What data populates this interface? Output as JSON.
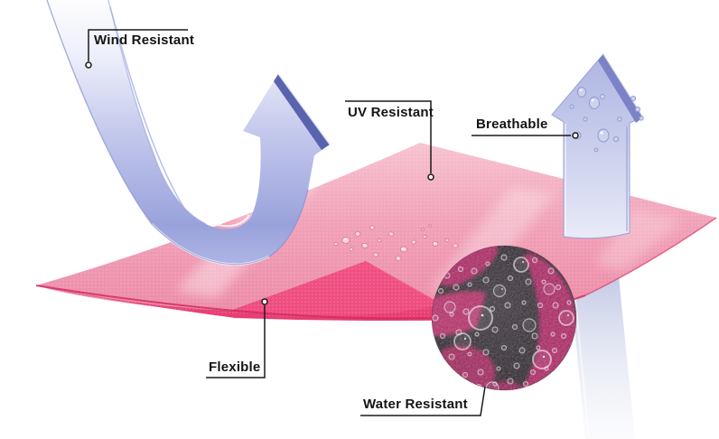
{
  "diagram": {
    "type": "fabric-feature-infographic",
    "subject": "pink technical fabric sheet with annotated properties",
    "features": [
      {
        "id": "wind",
        "label": "Wind Resistant"
      },
      {
        "id": "uv",
        "label": "UV Resistant"
      },
      {
        "id": "breathable",
        "label": "Breathable"
      },
      {
        "id": "flexible",
        "label": "Flexible"
      },
      {
        "id": "water",
        "label": "Water Resistant"
      }
    ],
    "graphics": [
      {
        "id": "wind-arrow",
        "meaning": "wind deflecting off fabric (curved U-turn arrow)"
      },
      {
        "id": "breathable-arrow",
        "meaning": "air passing up through fabric (straight arrow)"
      },
      {
        "id": "fabric-sheet",
        "meaning": "pink woven fabric sheet with water droplets"
      },
      {
        "id": "magnified-circle",
        "meaning": "macro view of water beading on fabric weave"
      }
    ]
  },
  "colors": {
    "fabric_light": "#f6bfcd",
    "fabric_mid": "#f1a2b8",
    "fabric_fold": "#e63c72",
    "fabric_hem": "#d42a60",
    "arrow_lavender": "#bdc3ea",
    "arrow_deep": "#98a0da",
    "arrow_bevel": "#5a63ad",
    "macro_dark": "#322c32",
    "macro_magenta": "#a72c63",
    "label_text": "#141414",
    "background": "#ffffff"
  }
}
